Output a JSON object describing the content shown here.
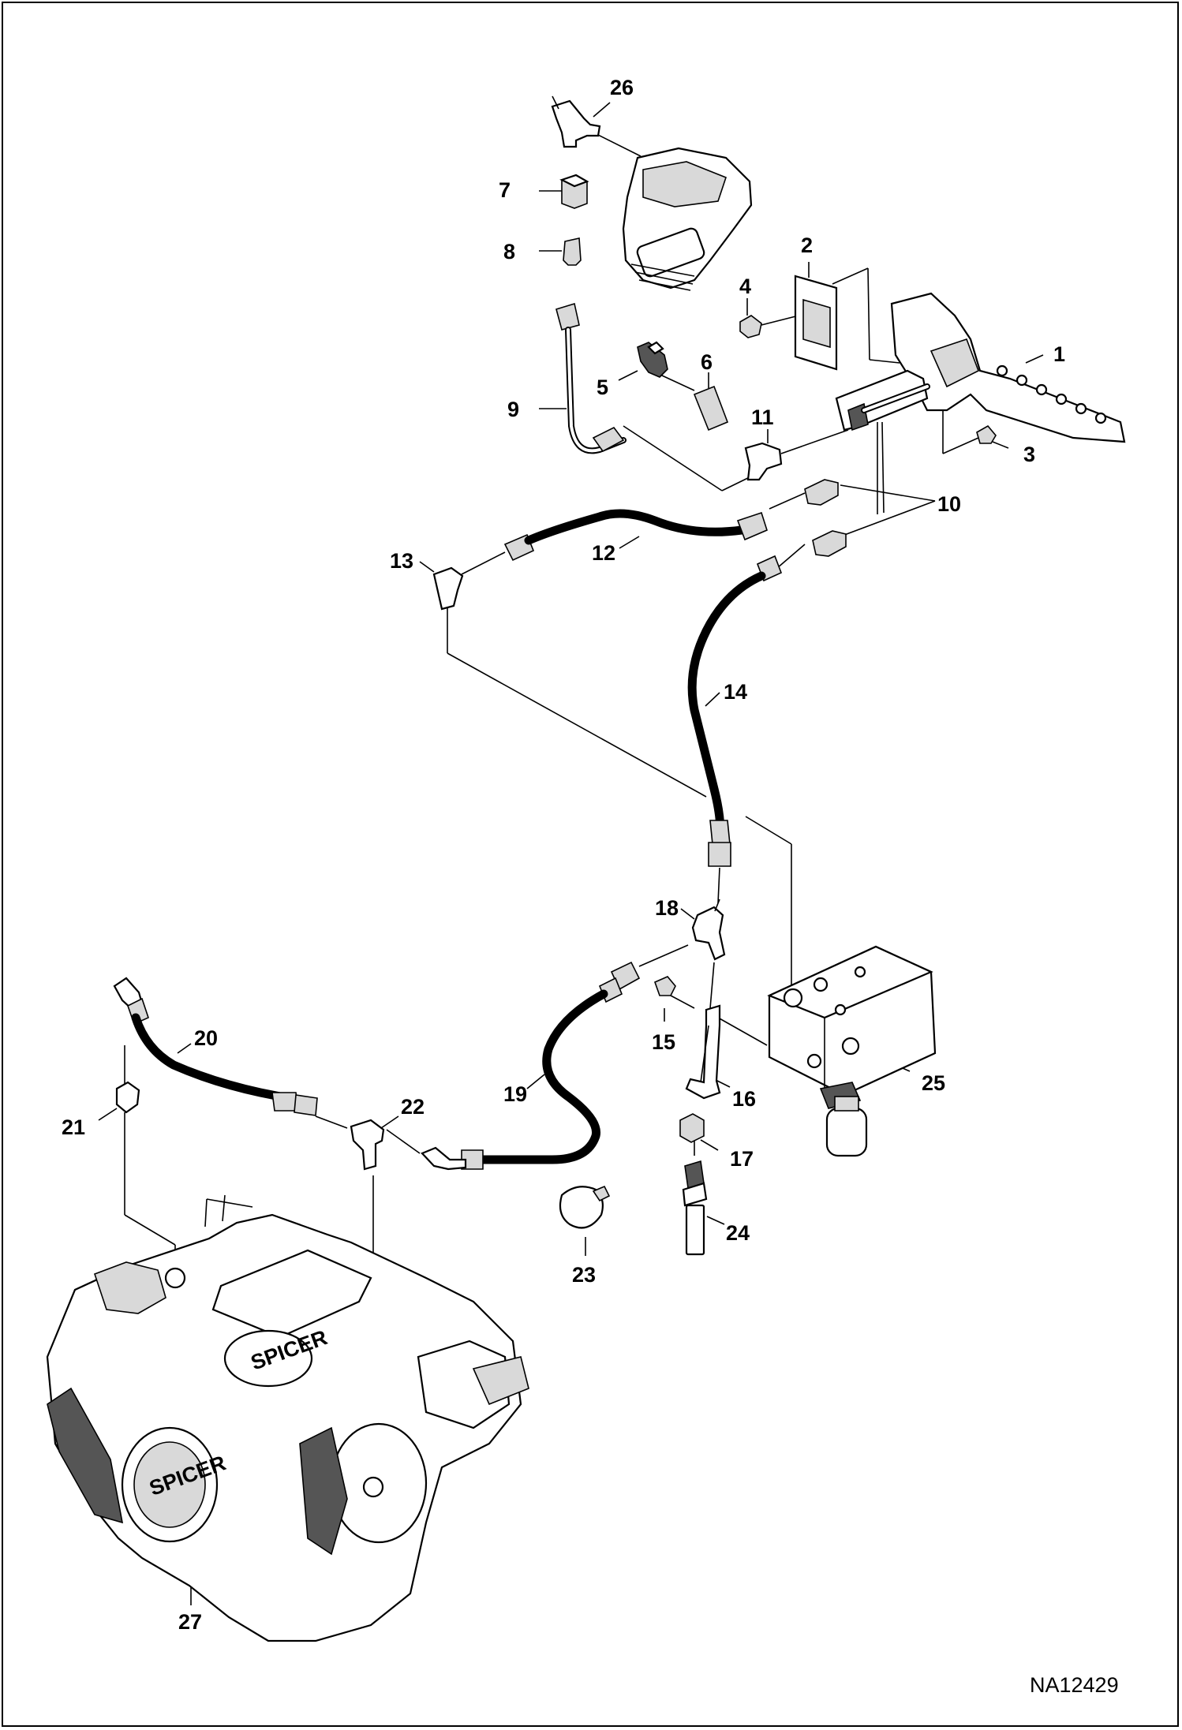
{
  "drawing_number": "NA12429",
  "callouts": [
    "1",
    "2",
    "3",
    "4",
    "5",
    "6",
    "7",
    "8",
    "9",
    "10",
    "11",
    "12",
    "13",
    "14",
    "15",
    "16",
    "17",
    "18",
    "19",
    "20",
    "21",
    "22",
    "23",
    "24",
    "25",
    "26",
    "27"
  ],
  "logos": {
    "pump_label": "SPICER",
    "pump_front_label": "SPICER"
  }
}
